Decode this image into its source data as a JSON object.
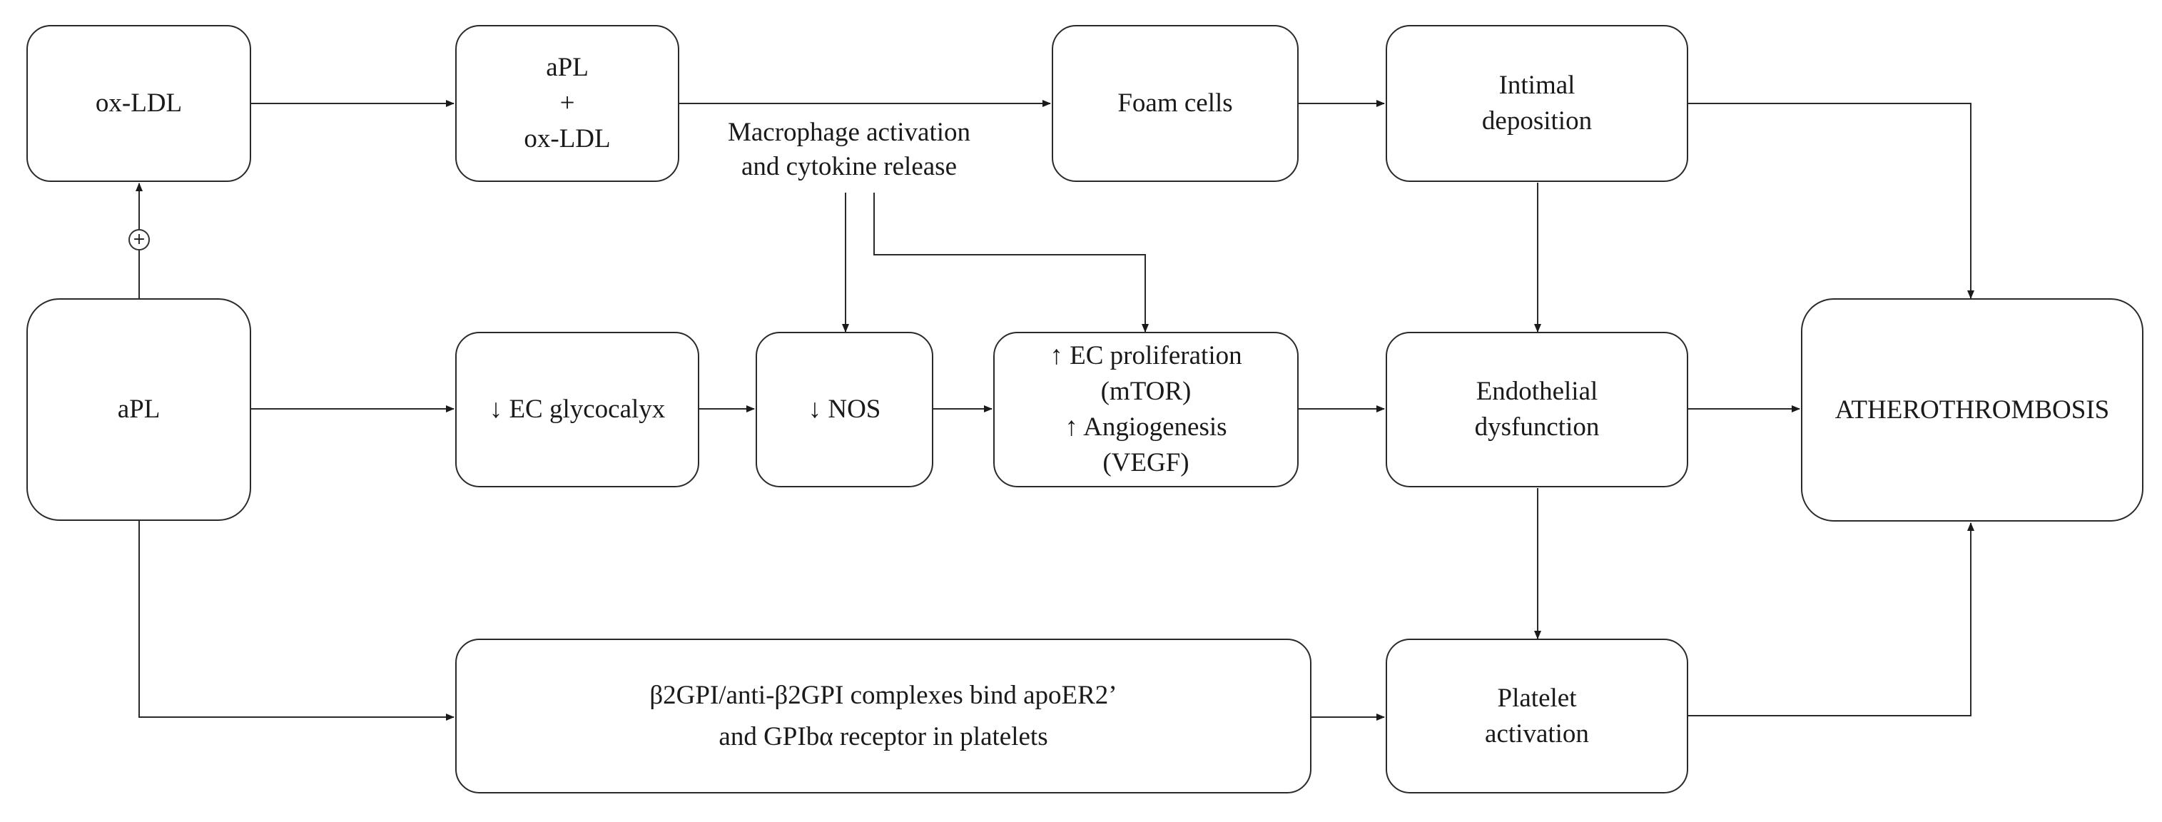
{
  "nodes": {
    "oxldl": [
      "ox-LDL"
    ],
    "apl_oxldl": [
      "aPL",
      "+",
      "ox-LDL"
    ],
    "foam_cells": [
      "Foam cells"
    ],
    "intimal_deposition": [
      "Intimal",
      "deposition"
    ],
    "apl": [
      "aPL"
    ],
    "ec_glycocalyx": [
      "↓ EC glycocalyx"
    ],
    "nos": [
      "↓ NOS"
    ],
    "ec_proliferation": [
      "↑ EC proliferation",
      "(mTOR)",
      "↑ Angiogenesis",
      "(VEGF)"
    ],
    "endothelial_dysfunction": [
      "Endothelial",
      "dysfunction"
    ],
    "atherothrombosis": [
      "ATHEROTHROMBOSIS"
    ],
    "b2gpi_complexes": [
      "β2GPI/anti-β2GPI complexes bind apoER2’",
      "and GPIbα receptor in platelets"
    ],
    "platelet_activation": [
      "Platelet",
      "activation"
    ]
  },
  "labels": {
    "macrophage": [
      "Macrophage activation",
      "and cytokine release"
    ],
    "plus_sign": "+"
  },
  "colors": {
    "line": "#2a2a2a",
    "text": "#1a1a1a"
  }
}
